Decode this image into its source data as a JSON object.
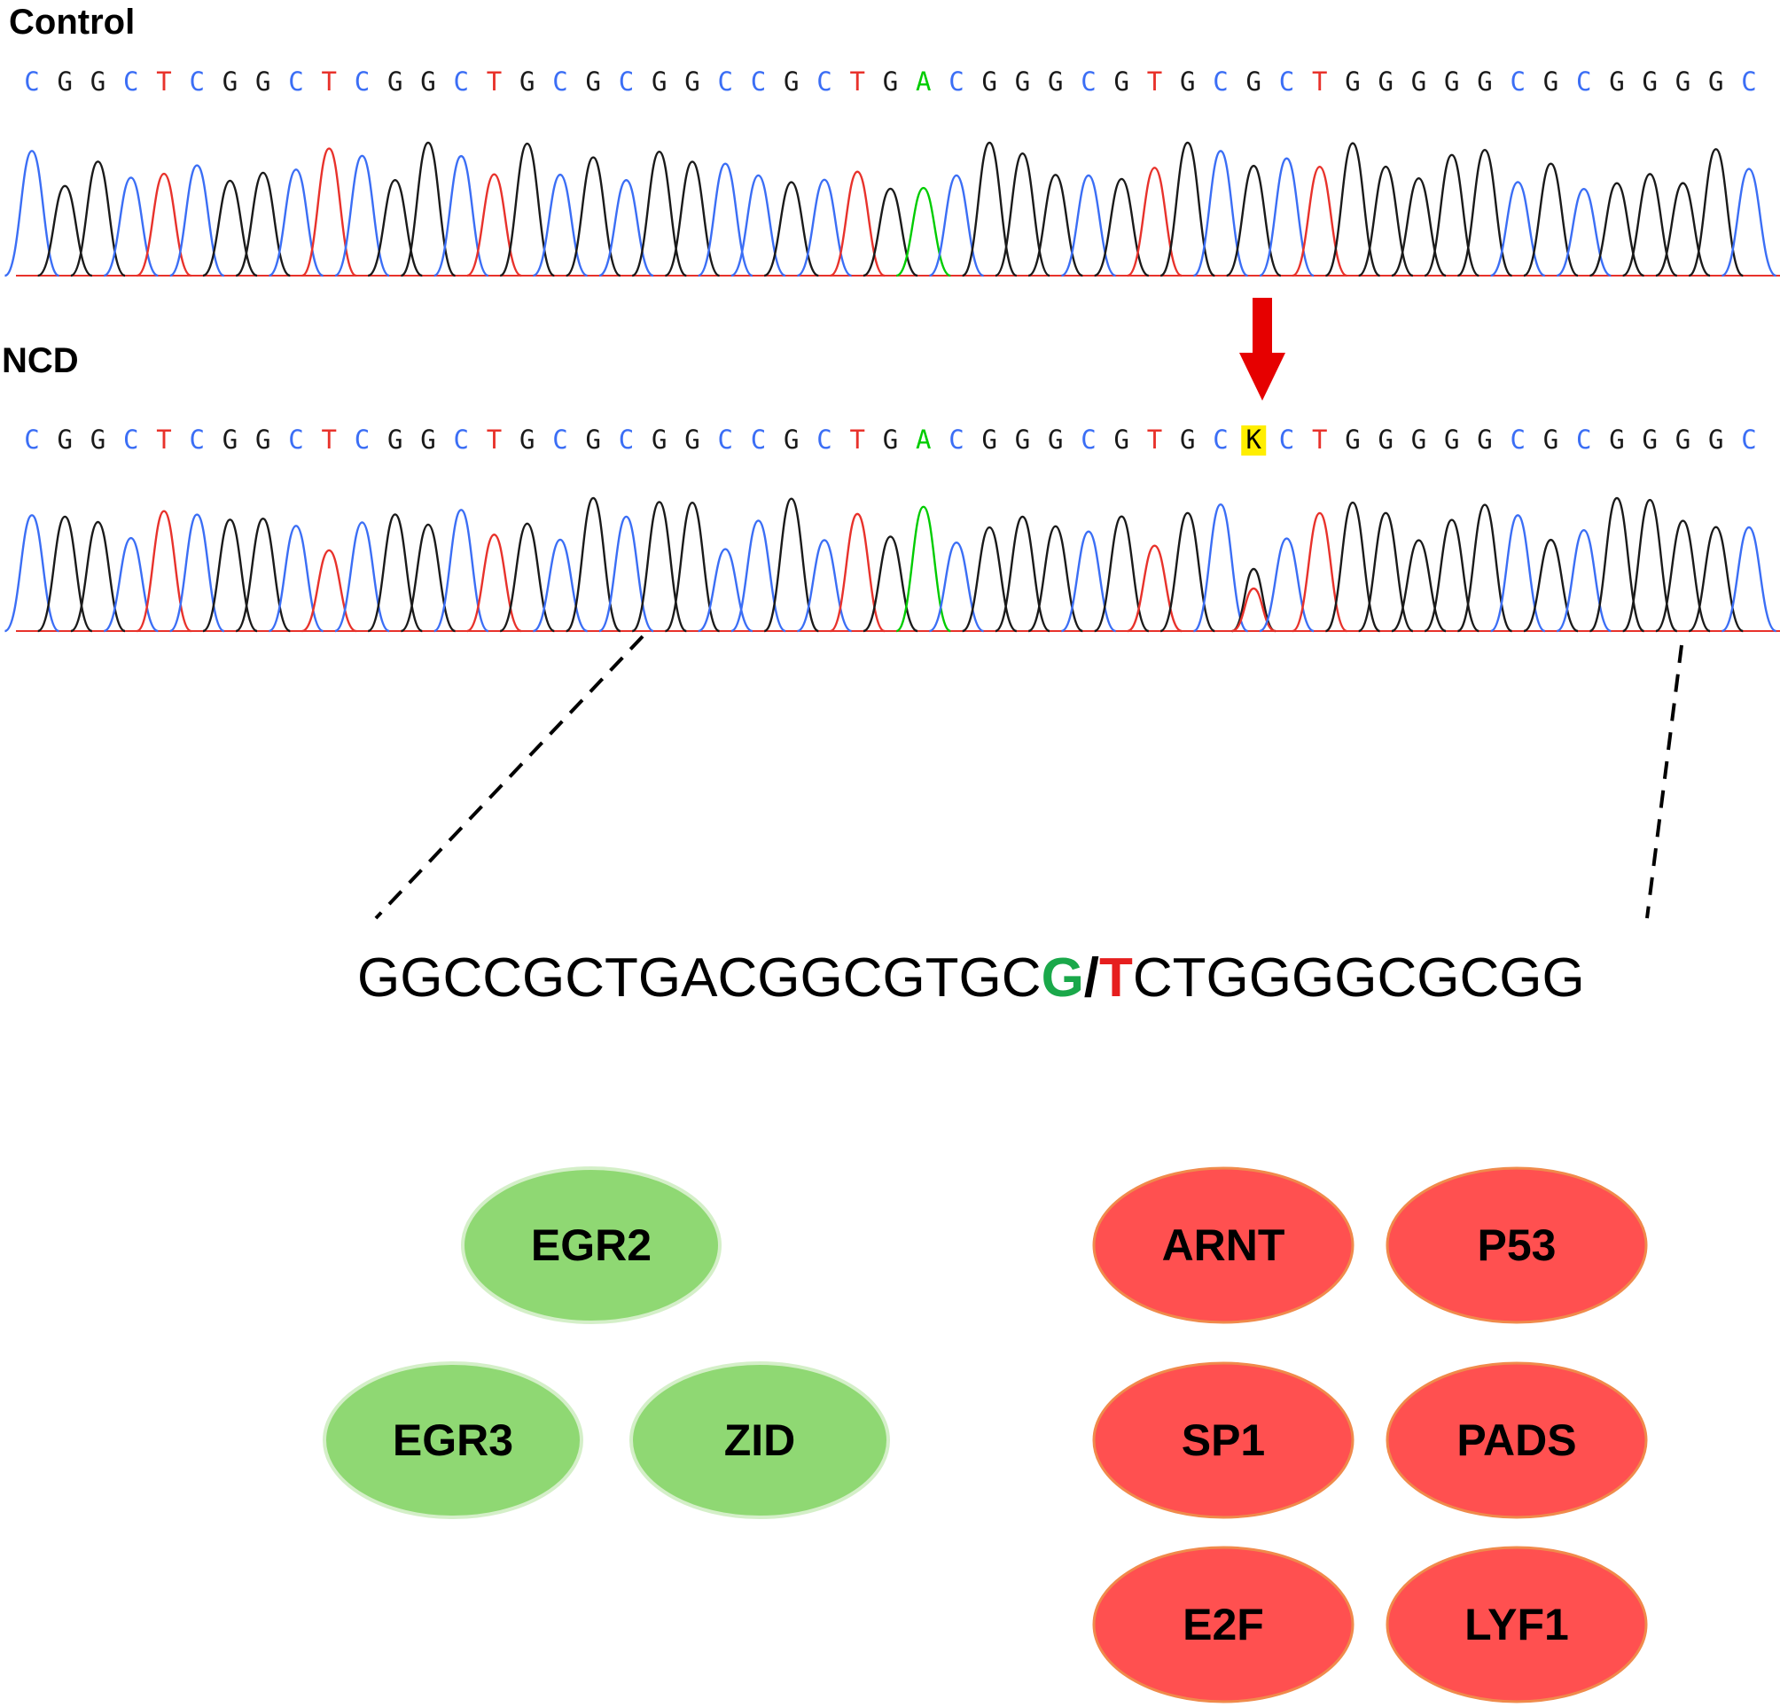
{
  "colors": {
    "A": "#00cc00",
    "C": "#3b6ef5",
    "G": "#1a1a1a",
    "T": "#e8322b",
    "K": "#000000",
    "ambiguous_highlight": "#ffee00",
    "arrow": "#e60000",
    "wildtype_base": "#1aa84a",
    "variant_base": "#e61e1e",
    "gained_fill": "#8fd873",
    "gained_stroke": "#d4efc8",
    "lost_fill": "#ff5050",
    "lost_stroke": "#f08a4b"
  },
  "tracks": [
    {
      "label": "Control",
      "sequence": "CGGCTCGGCTCGGCTGCGCGGCCGCTGACGGGCGTGCGCTGGGGGCGCGGGGC"
    },
    {
      "label": "NCD",
      "sequence": "CGGCTCGGCTCGGCTGCGCGGCCGCTGACGGGCGTGCKCTGGGGGCGCGGGGC",
      "ambiguous_index": 37
    }
  ],
  "motif": {
    "prefix": "GGCCGCTGACGGCGTGC",
    "wildtype": "G",
    "separator": "/",
    "variant": "T",
    "suffix": "CTGGGGCGCGG"
  },
  "gained_factors": [
    "EGR2",
    "EGR3",
    "ZID"
  ],
  "lost_factors": [
    "ARNT",
    "P53",
    "SP1",
    "PADS",
    "E2F",
    "LYF1"
  ]
}
